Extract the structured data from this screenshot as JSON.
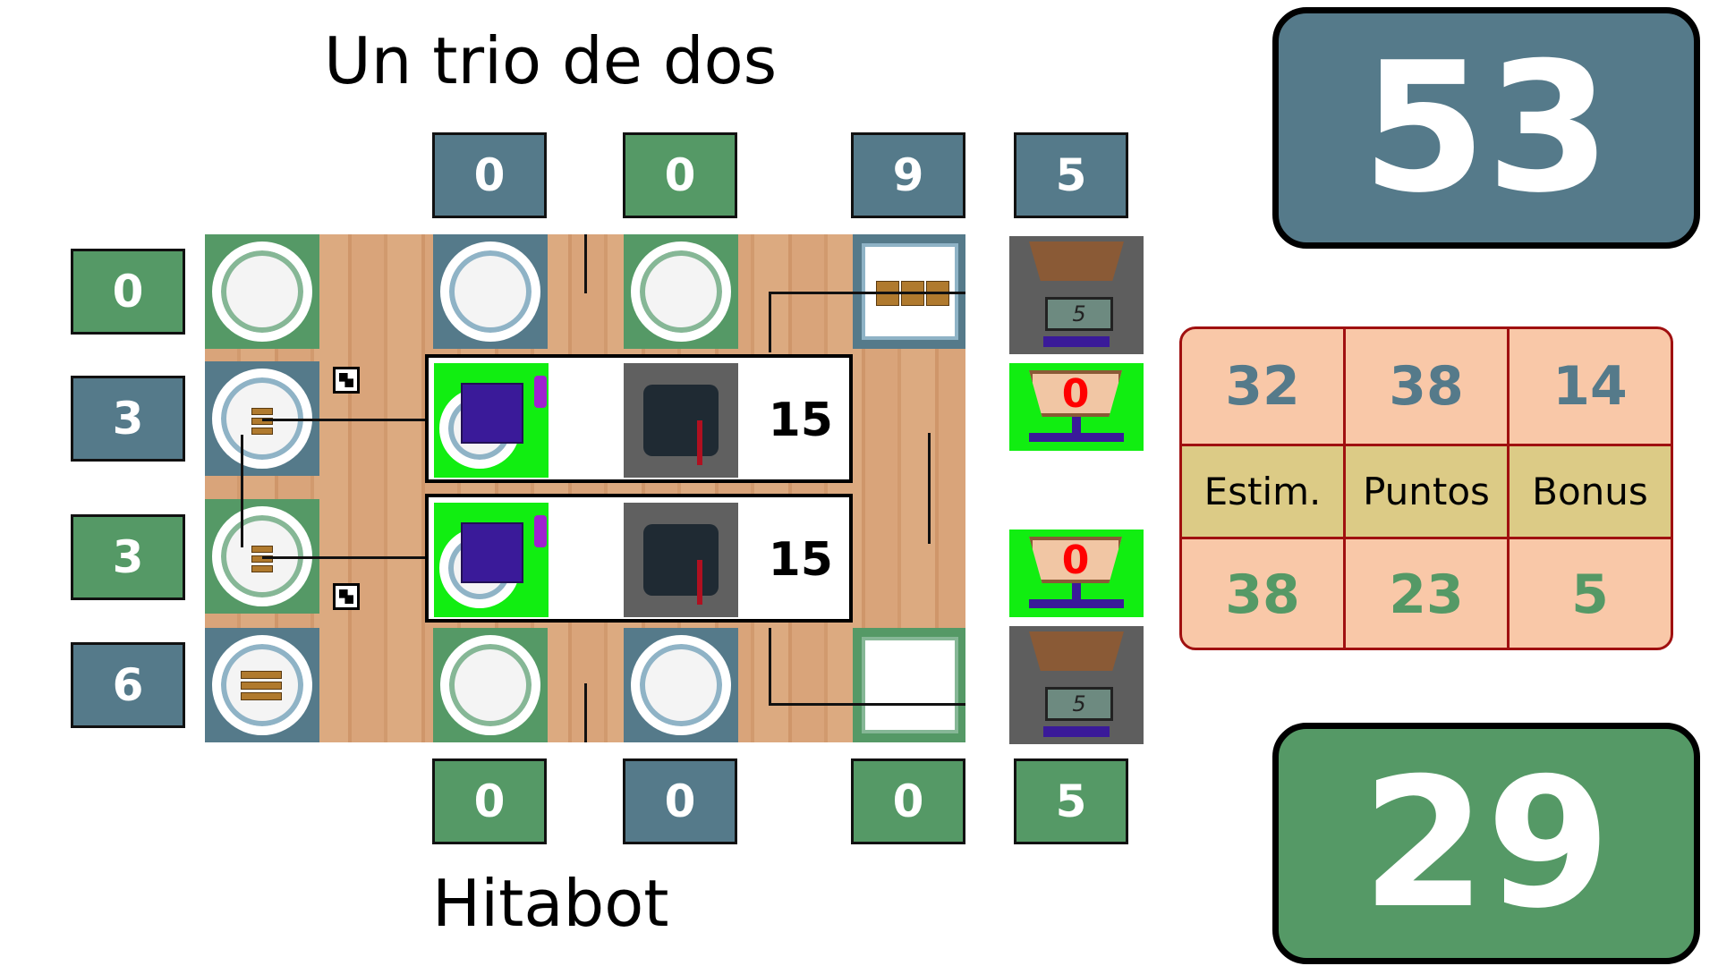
{
  "teams": {
    "top_name": "Un trio de dos",
    "bottom_name": "Hitabot"
  },
  "scores": {
    "top_total": "53",
    "bottom_total": "29"
  },
  "top_column_scores": [
    "0",
    "0",
    "9",
    "5"
  ],
  "bottom_column_scores": [
    "0",
    "0",
    "0",
    "5"
  ],
  "left_row_scores": [
    "0",
    "3",
    "3",
    "6"
  ],
  "robot_pairs": [
    {
      "value": "15"
    },
    {
      "value": "15"
    }
  ],
  "scales": {
    "top_display": "5",
    "bottom_display": "5",
    "top_drop": "0",
    "bottom_drop": "0"
  },
  "stats_table": {
    "top_row": [
      "32",
      "38",
      "14"
    ],
    "labels": [
      "Estim.",
      "Puntos",
      "Bonus"
    ],
    "bottom_row": [
      "38",
      "23",
      "5"
    ]
  },
  "colors": {
    "blue_team": "#557a8a",
    "green_team": "#559966",
    "robot_tile": "#11ee11",
    "stats_bg": "#f9c8a8",
    "stats_label_bg": "#dccb86",
    "stats_border": "#a01010"
  }
}
